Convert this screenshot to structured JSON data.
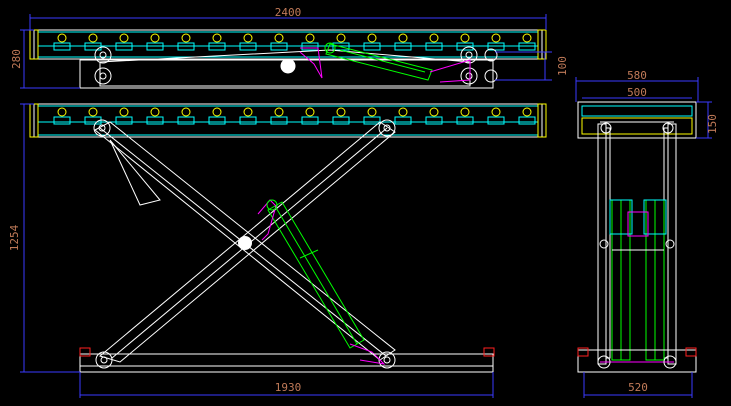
{
  "drawing": {
    "background": "#000000",
    "colors": {
      "outline": "#ffffff",
      "frame": "#00ffff",
      "pin": "#ffff00",
      "cylinder": "#00ff00",
      "bracket": "#ff00ff",
      "dimension": "#3a3aff",
      "dim_text": "#c07a58",
      "stop": "#ff2020"
    },
    "views": {
      "side_collapsed": "side-view-collapsed",
      "side_raised": "side-view-raised",
      "end": "end-view"
    },
    "dimensions": {
      "overall_length": "2400",
      "collapsed_height": "280",
      "stroke_offset": "100",
      "raised_height": "1254",
      "base_length": "1930",
      "end_overall_width": "580",
      "end_platform_width": "500",
      "end_top_height": "150",
      "end_base_width": "520"
    }
  }
}
